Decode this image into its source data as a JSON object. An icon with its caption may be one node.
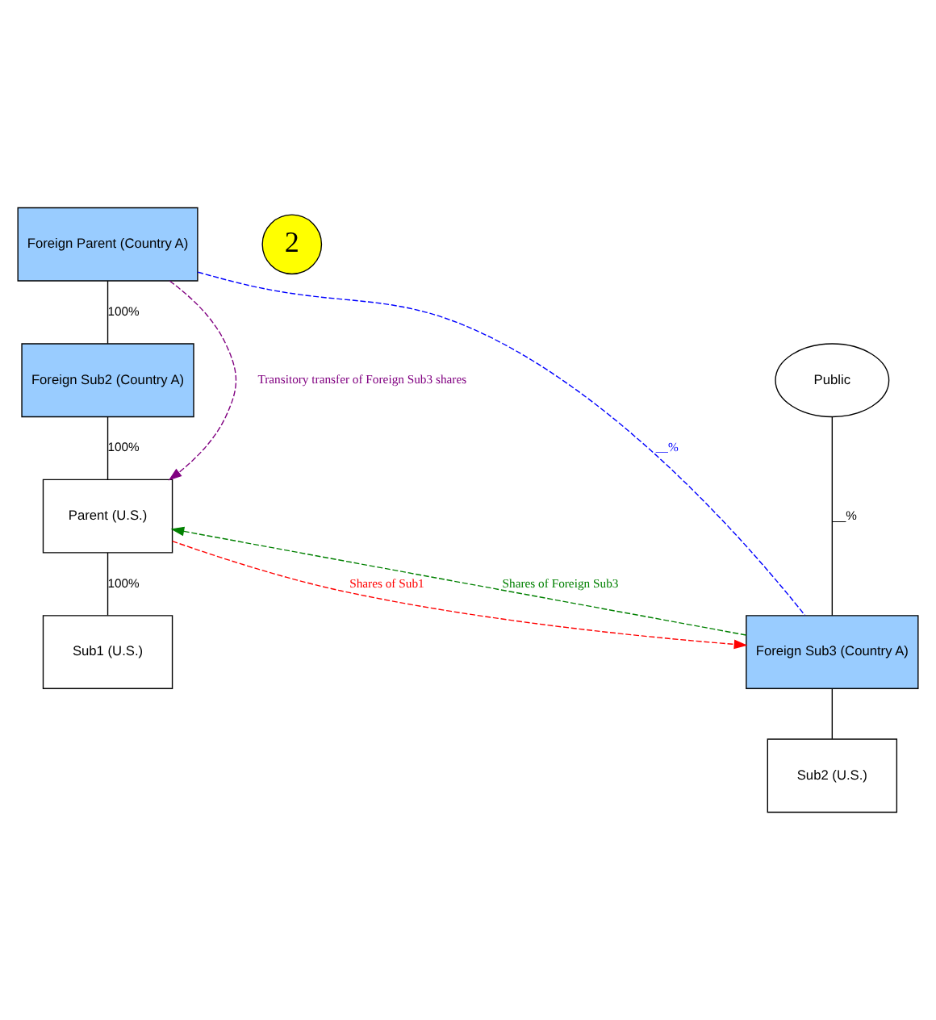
{
  "diagram": {
    "nodes": [
      {
        "text": [
          "Foreign Parent (Country A)"
        ]
      },
      {
        "text": [
          "Foreign Sub2 (Country A)"
        ]
      },
      {
        "text": [
          "Parent (U.S.)"
        ]
      },
      {
        "text": [
          "Sub1 (U.S.)"
        ]
      },
      {
        "text": [
          "Public"
        ]
      },
      {
        "text": [
          "Foreign Sub3 (Country A)"
        ]
      },
      {
        "text": [
          "Sub2 (U.S.)"
        ]
      },
      {
        "text": [
          "2"
        ]
      }
    ],
    "edges": [
      {
        "from": 0,
        "to": 1,
        "arrow": "none",
        "label": "100%"
      },
      {
        "from": 1,
        "to": 2,
        "arrow": "none",
        "label": "100%"
      },
      {
        "from": 2,
        "to": 3,
        "arrow": "none",
        "label": "100%"
      },
      {
        "from": 0,
        "to": 5,
        "arrow": "none",
        "label": "__%",
        "style": "dashed",
        "color": "#0000ff"
      },
      {
        "from": 4,
        "to": 5,
        "arrow": "none",
        "label": "__%"
      },
      {
        "from": 5,
        "to": 6,
        "arrow": "none"
      },
      {
        "from": 0,
        "to": 2,
        "arrow": "to",
        "label": "Transitory transfer of Foreign Sub3 shares",
        "style": "dashed",
        "color": "#800080"
      },
      {
        "from": 5,
        "to": 2,
        "arrow": "to",
        "label": "Shares of Foreign Sub3",
        "style": "dashed",
        "color": "#008000"
      },
      {
        "from": 2,
        "to": 5,
        "arrow": "to",
        "label": "Shares of Sub1",
        "style": "dashed",
        "color": "#ff0000"
      }
    ]
  }
}
